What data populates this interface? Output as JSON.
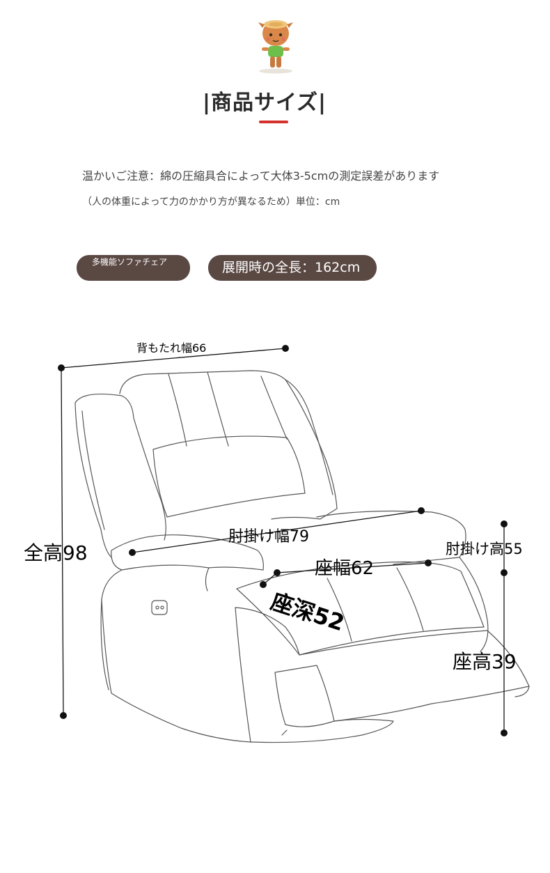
{
  "header": {
    "title": "|商品サイズ|",
    "mascot_icon": "tree-stump-mascot-icon"
  },
  "notes": {
    "notice": "温かいご注意：綿の圧縮具合によって大体3-5cmの測定誤差があります",
    "subnote": "（人の体重によって力のかかり方が異なるため）単位：cm"
  },
  "tags": {
    "type_label": "多機能ソファチェア",
    "extended_length": "展開時の全長：162cm"
  },
  "dimensions": {
    "backrest_width": "背もたれ幅66",
    "total_height": "全高98",
    "armrest_width": "肘掛け幅79",
    "armrest_height": "肘掛け高55",
    "seat_width": "座幅62",
    "seat_depth": "座深52",
    "seat_height": "座高39"
  },
  "colors": {
    "accent_red": "#d4302c",
    "pill_brown": "#5a4843",
    "line": "#222222"
  }
}
